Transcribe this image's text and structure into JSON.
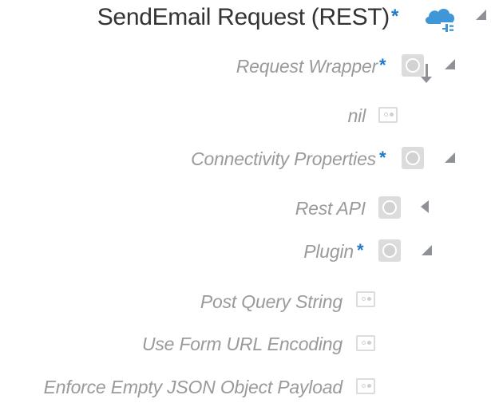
{
  "header": {
    "title": "SendEmail Request (REST)",
    "required_marker": "*",
    "icon": "cloud-plug-icon",
    "expand_icon": "triangle-expanded-icon"
  },
  "colors": {
    "required_star": "#1f78c8",
    "cloud_icon": "#3f97d8",
    "title_text": "#333333",
    "label_text": "#9a9a9a",
    "control_gray": "#dcdcdc",
    "triangle": "#8e9296"
  },
  "nodes": [
    {
      "label": "Request Wrapper",
      "required": "*",
      "control": "radio-circle",
      "extra_icon": "down-arrow-icon",
      "expander": "expanded"
    },
    {
      "label": "nil",
      "required": "",
      "control": "toggle-box",
      "expander": ""
    },
    {
      "label": "Connectivity Properties",
      "required": "*",
      "control": "radio-circle",
      "expander": "expanded"
    },
    {
      "label": "Rest API",
      "required": "",
      "control": "radio-circle",
      "expander": "collapsed"
    },
    {
      "label": "Plugin",
      "required": "*",
      "control": "radio-circle",
      "expander": "expanded"
    },
    {
      "label": "Post Query String",
      "required": "",
      "control": "toggle-box",
      "expander": ""
    },
    {
      "label": "Use Form URL Encoding",
      "required": "",
      "control": "toggle-box",
      "expander": ""
    },
    {
      "label": "Enforce Empty JSON Object Payload",
      "required": "",
      "control": "toggle-box",
      "expander": ""
    }
  ]
}
